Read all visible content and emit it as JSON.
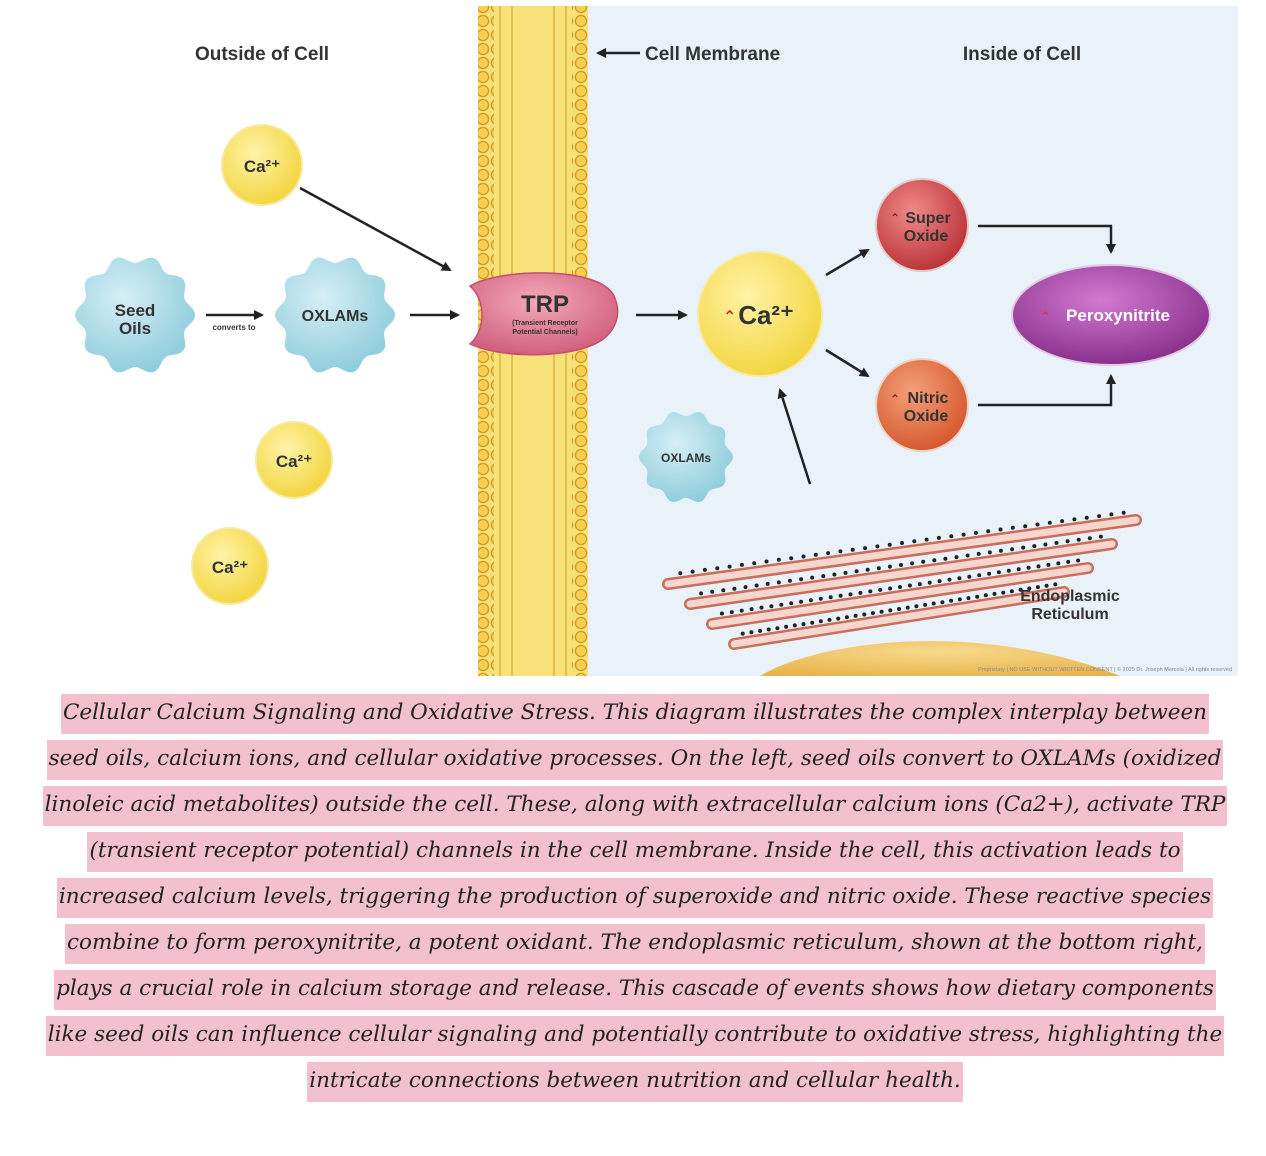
{
  "diagram": {
    "labels": {
      "outside": "Outside of Cell",
      "membrane": "Cell Membrane",
      "inside": "Inside of Cell",
      "converts_to": "converts to",
      "er_line1": "Endoplasmic",
      "er_line2": "Reticulum",
      "copyright": "Proprietary | NO USE WITHOUT WRITTEN CONSENT | © 2025 Dr. Joseph Mercola | All rights reserved"
    },
    "nodes": {
      "seed_oils_line1": "Seed",
      "seed_oils_line2": "Oils",
      "oxlams": "OXLAMs",
      "oxlams_inside": "OXLAMs",
      "ca_top": "Ca²⁺",
      "ca_mid": "Ca²⁺",
      "ca_bottom": "Ca²⁺",
      "trp": "TRP",
      "trp_sub1": "(Transient Receptor",
      "trp_sub2": "Potential Channels)",
      "ca_inside": "Ca²⁺",
      "superoxide_line1": "Super",
      "superoxide_line2": "Oxide",
      "nitric_line1": "Nitric",
      "nitric_line2": "Oxide",
      "peroxynitrite": "Peroxynitrite"
    },
    "colors": {
      "calcium": "#f5dc4a",
      "blob": "#a9dae6",
      "trp": "#d9718b",
      "superoxide": "#c0373a",
      "nitric": "#d9602f",
      "peroxynitrite": "#8e2f8e",
      "membrane": "#f2c438",
      "inside_bg": "#e8f1f7",
      "highlight": "#f3c0cd"
    }
  },
  "caption": "Cellular Calcium Signaling and Oxidative Stress. This diagram illustrates the complex interplay between seed oils, calcium ions, and cellular oxidative processes. On the left, seed oils convert to OXLAMs (oxidized linoleic acid metabolites) outside the cell. These, along with extracellular calcium ions (Ca2+), activate TRP (transient receptor potential) channels in the cell membrane. Inside the cell, this activation leads to increased calcium levels, triggering the production of superoxide and nitric oxide. These reactive species combine to form peroxynitrite, a potent oxidant. The endoplasmic reticulum, shown at the bottom right, plays a crucial role in calcium storage and release. This cascade of events shows how dietary components like seed oils can influence cellular signaling and potentially contribute to oxidative stress, highlighting the intricate connections between nutrition and cellular health."
}
